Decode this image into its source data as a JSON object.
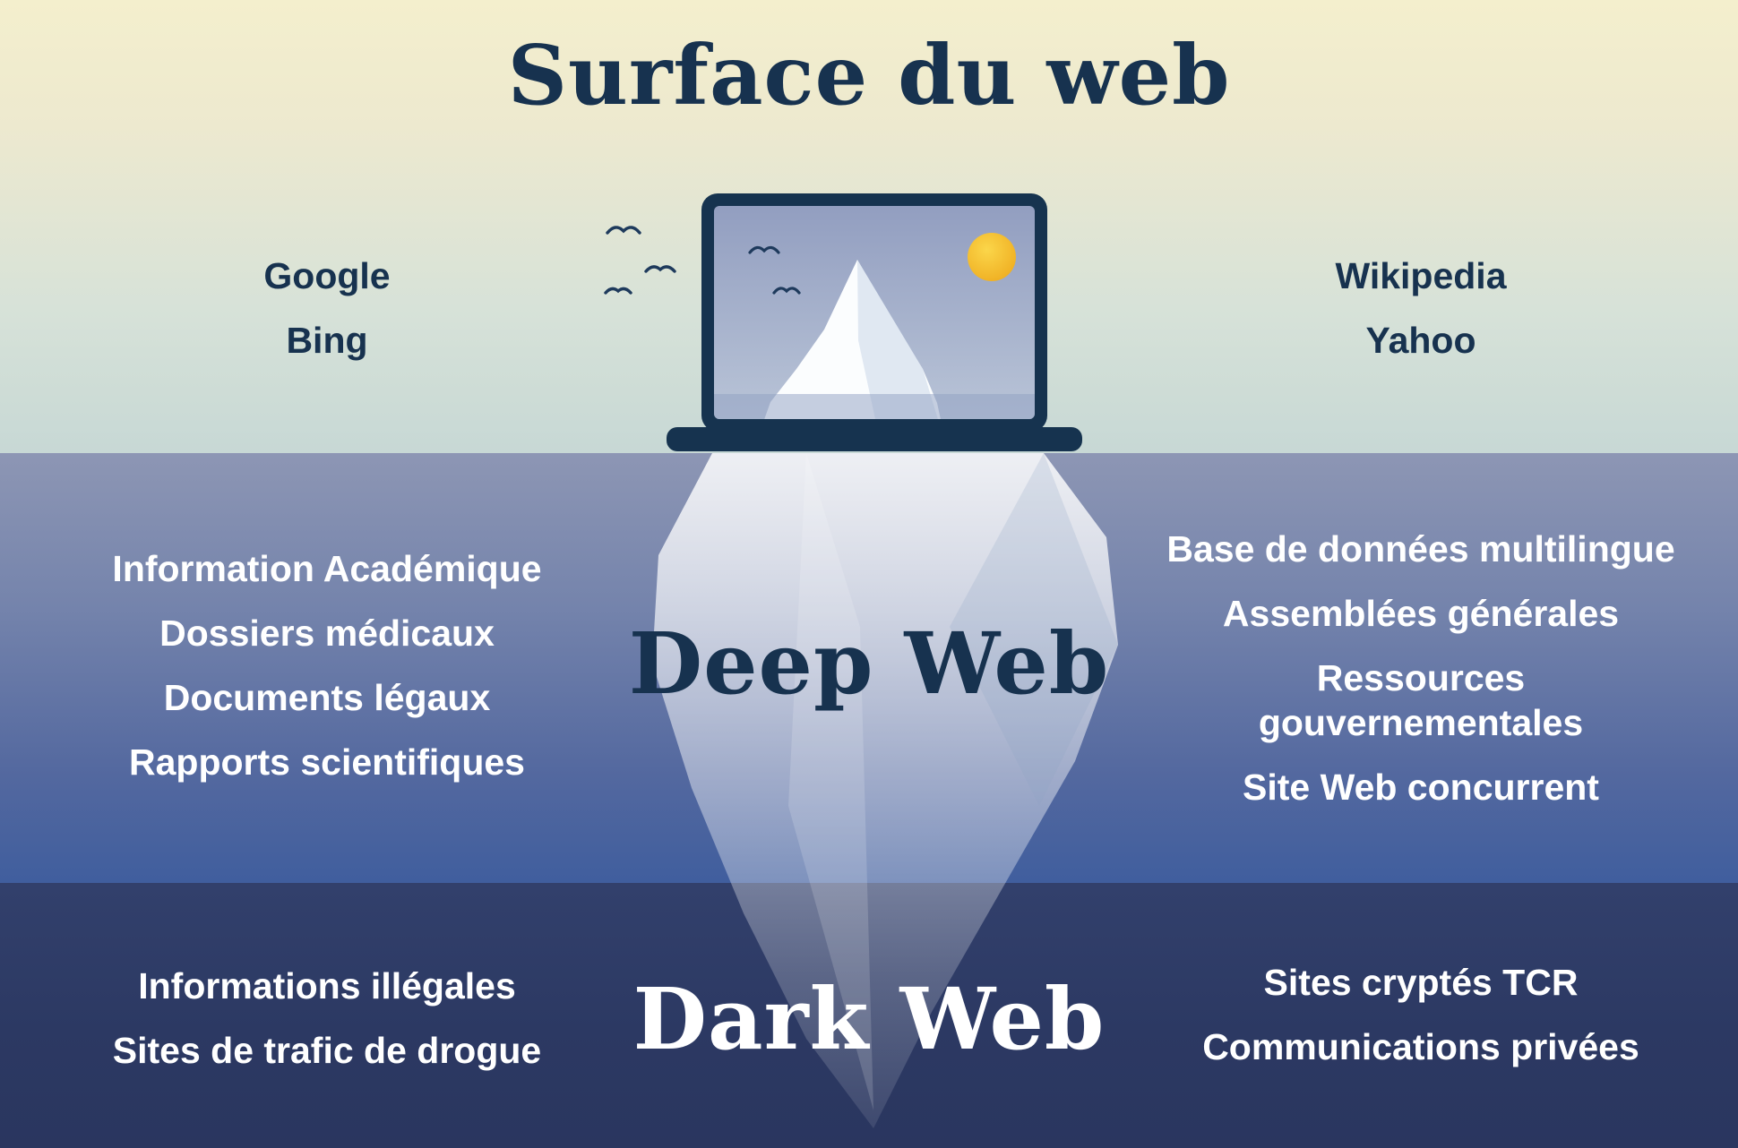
{
  "surface": {
    "title": "Surface du web",
    "left_items": [
      "Google",
      "Bing"
    ],
    "right_items": [
      "Wikipedia",
      "Yahoo"
    ]
  },
  "deep": {
    "title": "Deep Web",
    "left_items": [
      "Information Académique",
      "Dossiers médicaux",
      "Documents légaux",
      "Rapports scientifiques"
    ],
    "right_items": [
      "Base de données multilingue",
      "Assemblées générales",
      "Ressources\ngouvernementales",
      "Site Web concurrent"
    ]
  },
  "dark": {
    "title": "Dark Web",
    "left_items": [
      "Informations illégales",
      "Sites de trafic de drogue"
    ],
    "right_items": [
      "Sites cryptés TCR",
      "Communications privées"
    ]
  },
  "colors": {
    "title_navy": "#17324f",
    "light_text": "#ffffff",
    "laptop_navy": "#16334f",
    "sun_yellow": "#f2b51f",
    "surface_band_top": "#f4efcd",
    "deep_band_top": "#8d96b4",
    "dark_band": "#2c3963"
  },
  "icons": {
    "laptop": "laptop-icon",
    "iceberg": "iceberg-icon",
    "sun": "sun-icon",
    "birds": "bird-icon"
  }
}
